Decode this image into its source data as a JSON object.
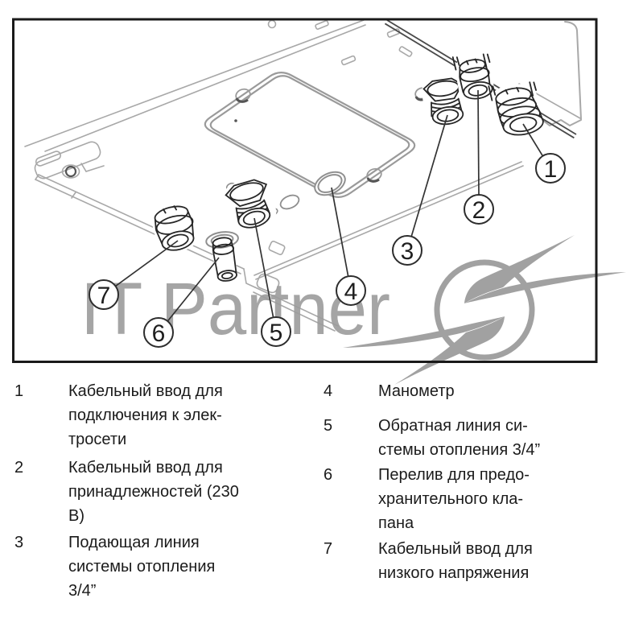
{
  "figure": {
    "watermark": {
      "text": "IT Partner"
    },
    "callouts": [
      {
        "number": "1"
      },
      {
        "number": "2"
      },
      {
        "number": "3"
      },
      {
        "number": "4"
      },
      {
        "number": "5"
      },
      {
        "number": "6"
      },
      {
        "number": "7"
      }
    ]
  },
  "legend": {
    "columns": [
      {
        "items": [
          {
            "number": "1",
            "lines": [
              "Кабельный ввод для",
              "подключения к элек-",
              "тросети"
            ]
          },
          {
            "number": "2",
            "lines": [
              "Кабельный ввод для",
              "принадлежностей (230",
              "В)"
            ]
          },
          {
            "number": "3",
            "lines": [
              "Подающая линия",
              "системы отопления",
              "3/4”"
            ]
          }
        ]
      },
      {
        "items": [
          {
            "number": "4",
            "lines": [
              "Манометр"
            ]
          },
          {
            "number": "5",
            "lines": [
              "Обратная линия си-",
              "стемы отопления 3/4”"
            ]
          },
          {
            "number": "6",
            "lines": [
              "Перелив для предо-",
              "хранительного кла-",
              "пана"
            ]
          },
          {
            "number": "7",
            "lines": [
              "Кабельный ввод для",
              "низкого напряжения"
            ]
          }
        ]
      }
    ]
  },
  "colors": {
    "frame": "#1a1a1a",
    "panel_line": "#a8a8a8",
    "dark_line": "#2f2f2f",
    "watermark": "#9c9c9c",
    "text": "#1b1b1b"
  }
}
